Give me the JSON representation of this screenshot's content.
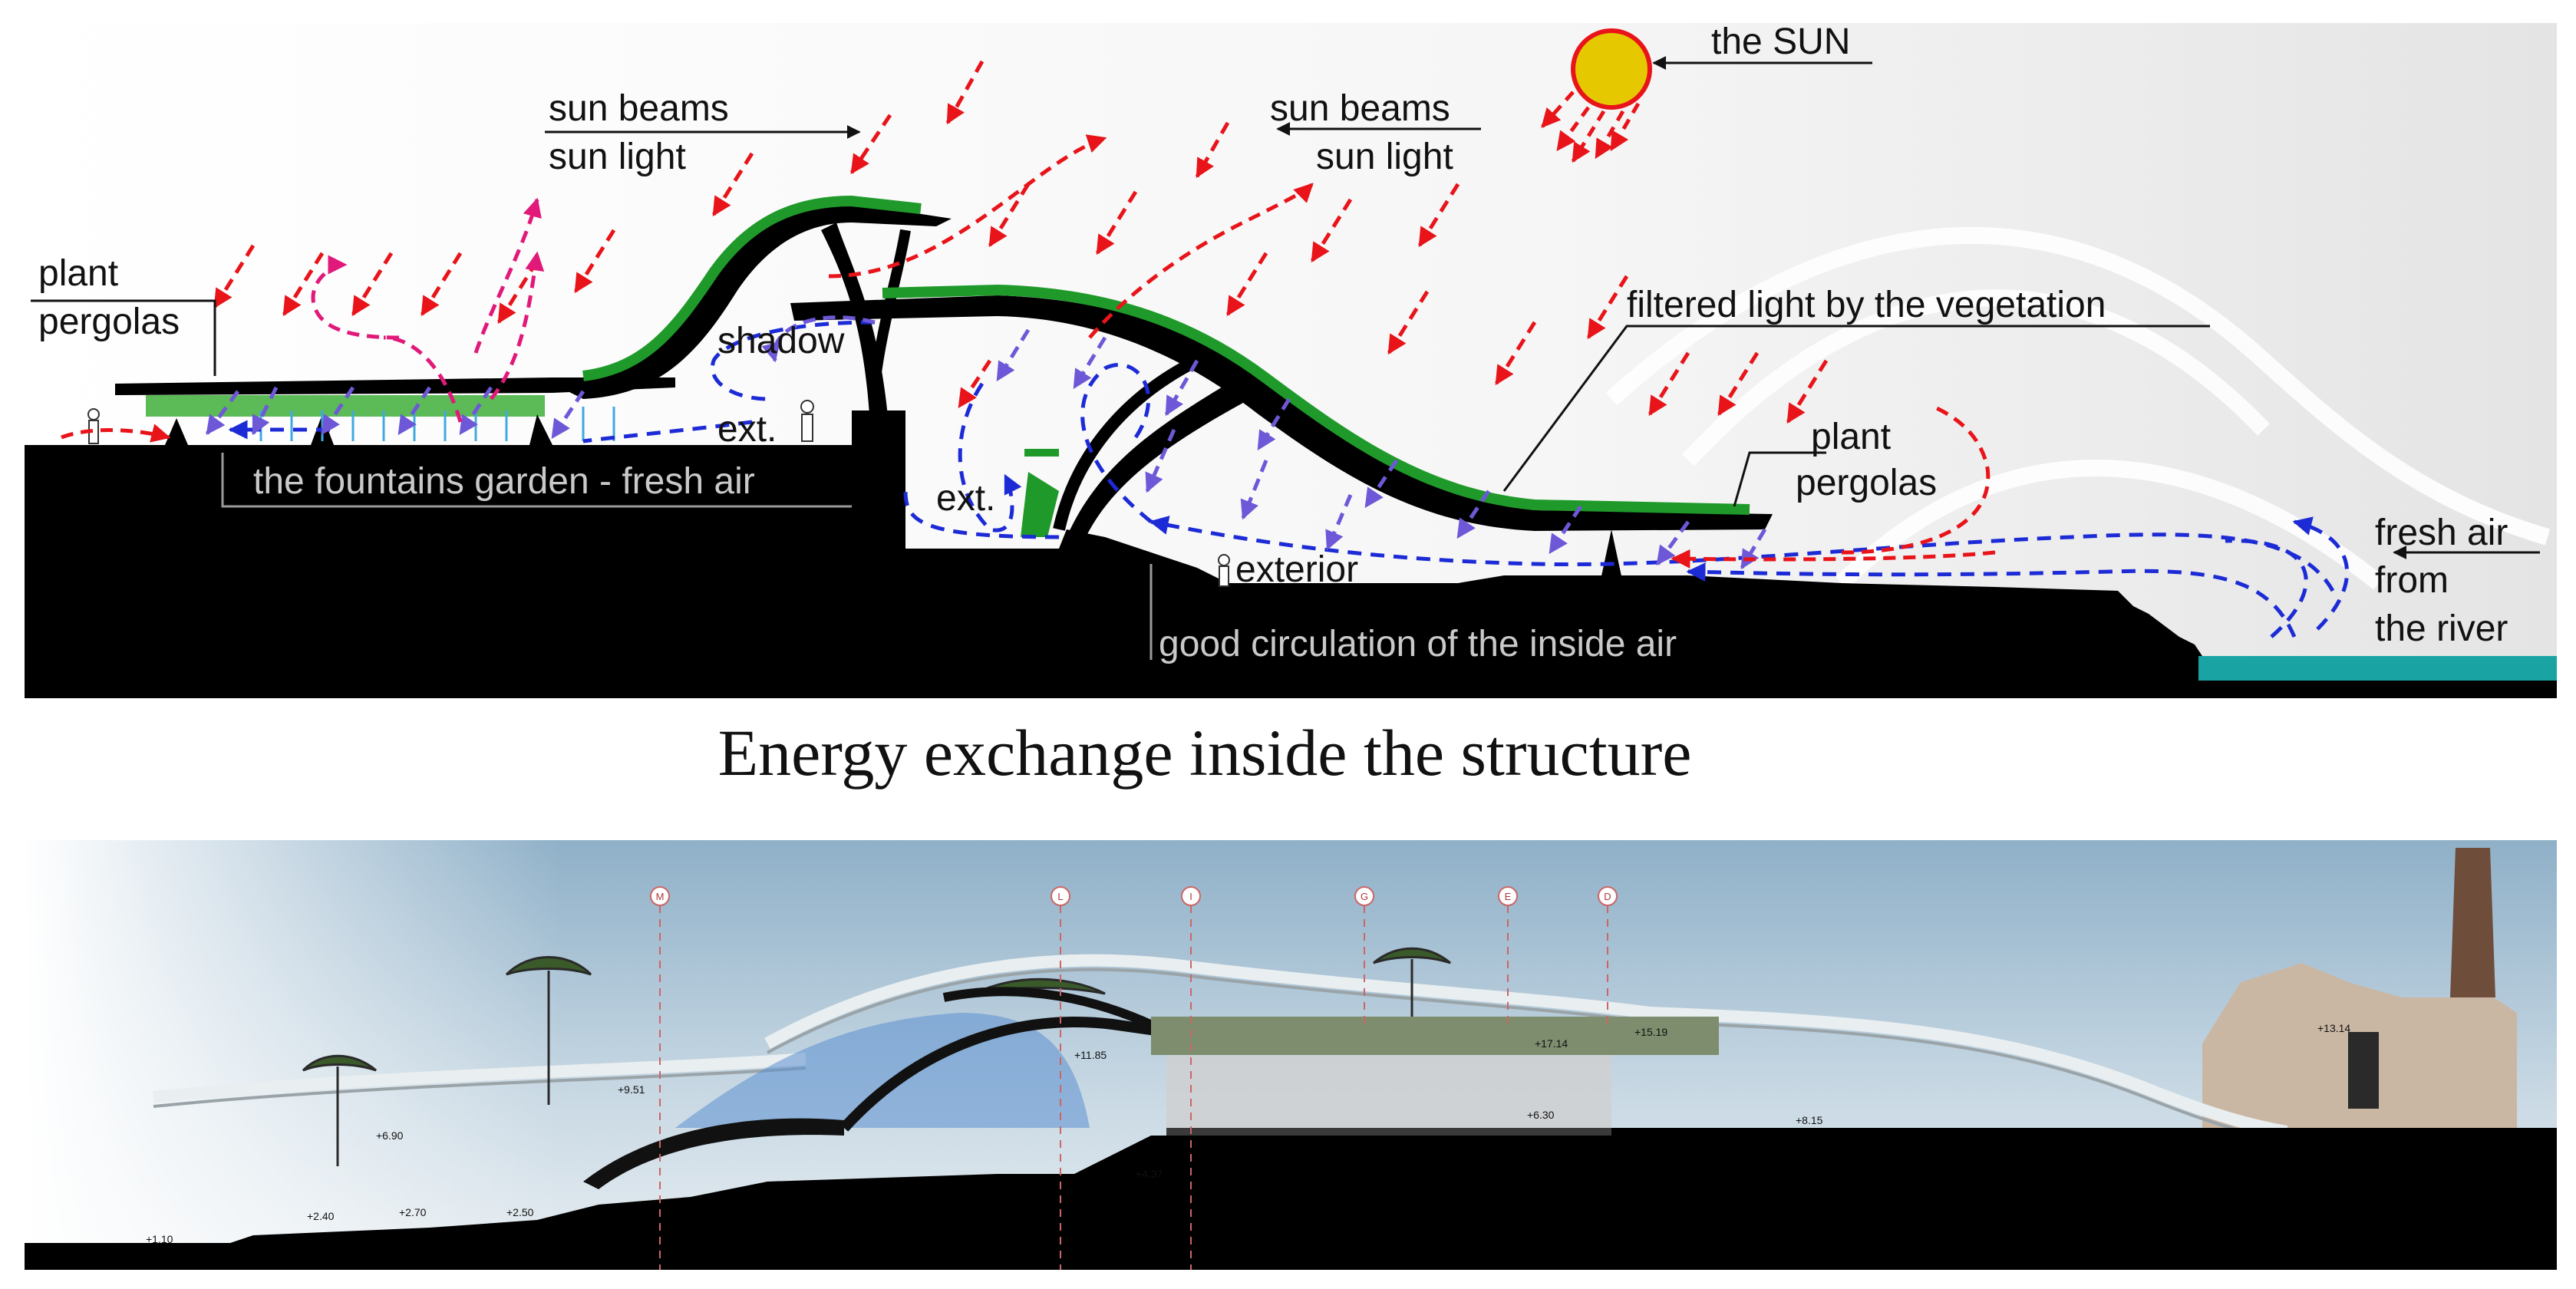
{
  "top_diagram": {
    "labels": {
      "sun": "the SUN",
      "sun_beams_1": "sun beams",
      "sun_light_1": "sun light",
      "sun_beams_2": "sun beams",
      "sun_light_2": "sun light",
      "plant_1": "plant",
      "pergolas_1": "pergolas",
      "shadow": "shadow",
      "ext_1": "ext.",
      "ext_2": "ext.",
      "fountains": "the fountains garden - fresh air",
      "filtered": "filtered light by the vegetation",
      "plant_2": "plant",
      "pergolas_2": "pergolas",
      "exterior": "exterior",
      "circulation": "good circulation of the inside air",
      "fresh_air_1": "fresh air",
      "fresh_air_2": "from",
      "fresh_air_3": "the river"
    },
    "colors": {
      "sun_fill": "#e6c800",
      "sun_stroke": "#e8141a",
      "sun_ray": "#e8141a",
      "cool_air": "#1c2bd6",
      "warm_air": "#e0197a",
      "vegetation": "#1f9a2a",
      "ground": "#000000",
      "water": "#1aa3a3"
    }
  },
  "caption": "Energy exchange inside the structure",
  "bottom_section": {
    "grid_markers": [
      "M",
      "L",
      "I",
      "G",
      "E",
      "D"
    ],
    "levels": [
      "+1.10",
      "+2.40",
      "+2.70",
      "+2.50",
      "+6.90",
      "+9.51",
      "+11.85",
      "+4.37",
      "+17.14",
      "+15.19",
      "+8.15",
      "+13.14",
      "+6.30"
    ]
  }
}
